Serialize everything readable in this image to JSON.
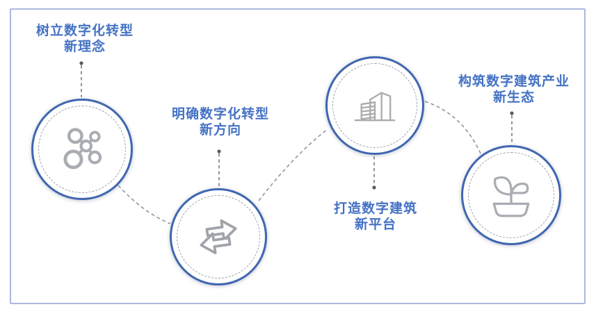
{
  "diagram": {
    "type": "process-flow",
    "steps": [
      {
        "label_line1": "树立数字化转型",
        "label_line2": "新理念",
        "icon": "network-molecule-icon"
      },
      {
        "label_line1": "明确数字化转型",
        "label_line2": "新方向",
        "icon": "swap-arrows-icon"
      },
      {
        "label_line1": "打造数字建筑",
        "label_line2": "新平台",
        "icon": "buildings-icon"
      },
      {
        "label_line1": "构筑数字建筑产业",
        "label_line2": "新生态",
        "icon": "plant-sprout-icon"
      }
    ],
    "colors": {
      "label_text": "#4472c4",
      "circle_ring": "#3f66b0",
      "icon_gray": "#a9adb3",
      "dash_gray": "#8f959e",
      "leader_dot": "#565b63",
      "frame_border": "#aab8de",
      "background": "#ffffff"
    }
  }
}
